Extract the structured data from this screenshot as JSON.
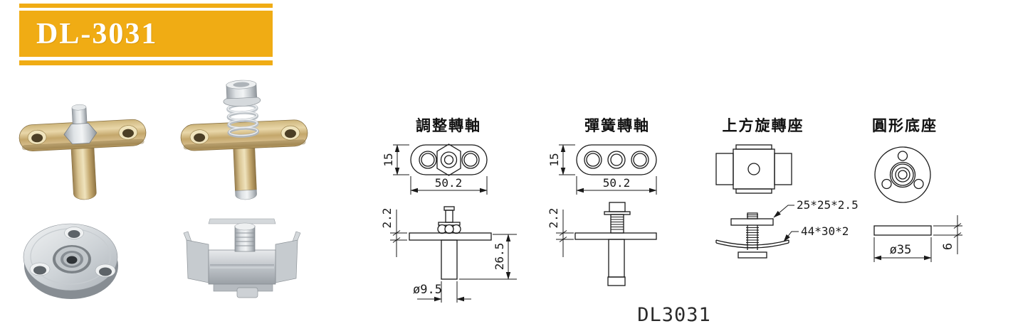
{
  "banner": {
    "model": "DL-3031",
    "bg_color": "#F0AC14"
  },
  "drawings": {
    "d1": {
      "title": "調整轉軸",
      "dim_height": "15",
      "dim_width": "50.2",
      "dim_plate_thickness": "2.2",
      "dim_shaft_length": "26.5",
      "dim_shaft_diameter": "ø9.5"
    },
    "d2": {
      "title": "彈簧轉軸",
      "dim_height": "15",
      "dim_width": "50.2",
      "dim_plate_thickness": "2.2"
    },
    "d3": {
      "title": "上方旋轉座",
      "dim_plate_spec": "25*25*2.5",
      "dim_clip_spec": "44*30*2"
    },
    "d4": {
      "title": "圓形底座",
      "dim_diameter": "ø35",
      "dim_thickness": "6"
    }
  },
  "footer": {
    "part_code": "DL3031"
  },
  "colors": {
    "banner_orange": "#F0AC14",
    "line": "#1a1a1a"
  }
}
